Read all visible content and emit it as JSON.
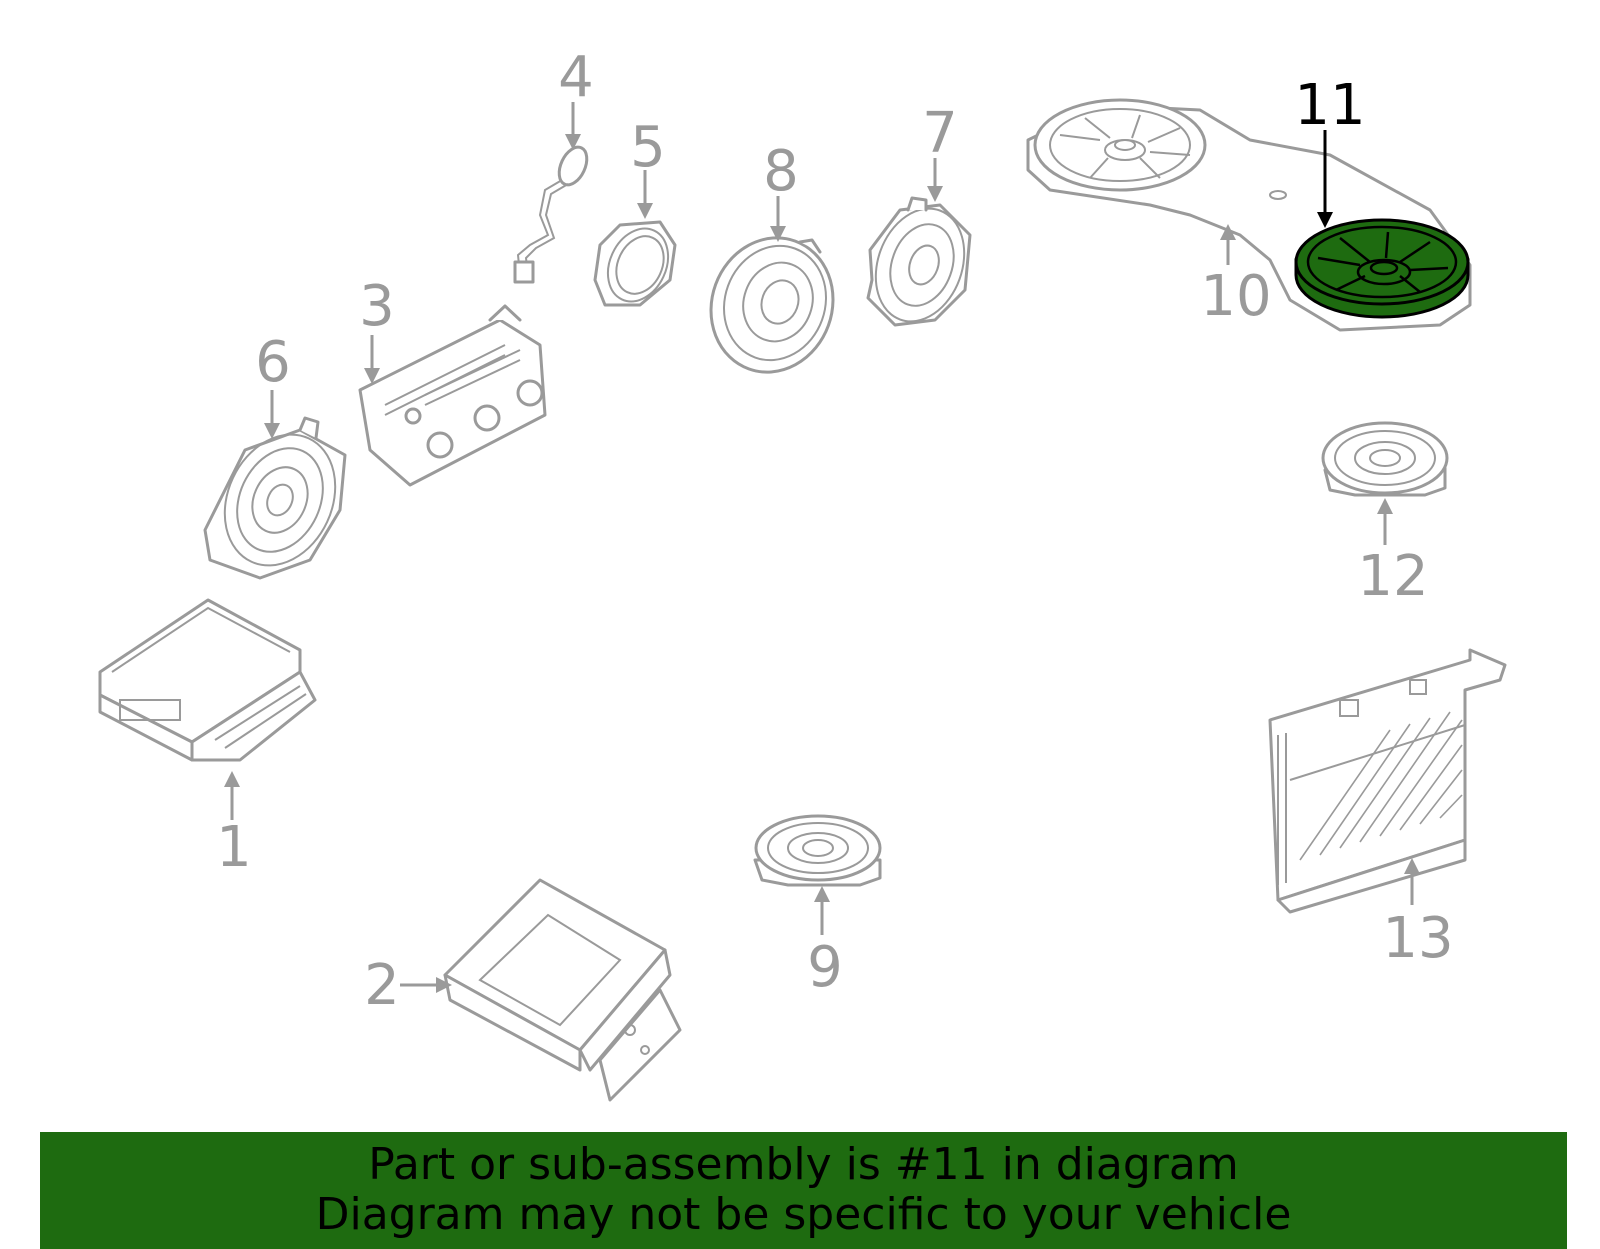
{
  "diagram": {
    "callouts": [
      {
        "label": "1",
        "highlighted": false
      },
      {
        "label": "2",
        "highlighted": false
      },
      {
        "label": "3",
        "highlighted": false
      },
      {
        "label": "4",
        "highlighted": false
      },
      {
        "label": "5",
        "highlighted": false
      },
      {
        "label": "6",
        "highlighted": false
      },
      {
        "label": "7",
        "highlighted": false
      },
      {
        "label": "8",
        "highlighted": false
      },
      {
        "label": "9",
        "highlighted": false
      },
      {
        "label": "10",
        "highlighted": false
      },
      {
        "label": "11",
        "highlighted": true
      },
      {
        "label": "12",
        "highlighted": false
      },
      {
        "label": "13",
        "highlighted": false
      }
    ],
    "highlight_color": "#1e6b10",
    "line_color": "#9a9a9a"
  },
  "banner": {
    "line1": "Part or sub-assembly is #11 in diagram",
    "line2": "Diagram may not be specific to your vehicle",
    "background": "#1e6b10"
  }
}
